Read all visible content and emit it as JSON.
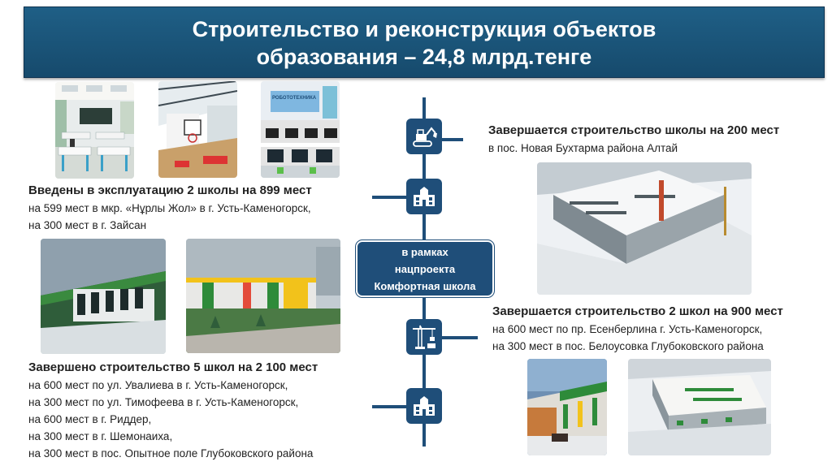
{
  "header": {
    "title_line1": "Строительство и реконструкция объектов",
    "title_line2": "образования – 24,8 млрд.тенге"
  },
  "center_box": {
    "line1": "в рамках",
    "line2": "нацпроекта",
    "line3": "Комфортная школа"
  },
  "commissioned": {
    "heading": "Введены в эксплуатацию 2 школы на 899 мест",
    "lines": [
      "на 599 мест в мкр. «Нұрлы Жол» в г. Усть-Каменогорск,",
      "на 300 мест в г. Зайсан"
    ]
  },
  "completed": {
    "heading": "Завершено строительство 5 школ на 2 100 мест",
    "lines": [
      "на 600 мест по ул. Увалиева в г. Усть-Каменогорск,",
      "на 300 мест по ул. Тимофеева в г. Усть-Каменогорск,",
      "на 600 мест в г. Риддер,",
      "на 300 мест в г. Шемонаиха,",
      "на 300 мест в пос. Опытное поле Глубоковского района"
    ]
  },
  "finishing_one": {
    "heading": "Завершается строительство школы на 200 мест",
    "lines": [
      "в пос. Новая Бухтарма района Алтай"
    ]
  },
  "finishing_two": {
    "heading": "Завершается строительство 2 школ на 900 мест",
    "lines": [
      "на 600 мест по пр. Есенберлина г. Усть-Каменогорск,",
      "на 300 мест в пос. Белоусовка Глубоковского района"
    ]
  },
  "photo_texts": {
    "robotics_sign": "РОБОТОТЕХНИКА"
  },
  "icons": [
    "excavator-icon",
    "school-building-icon",
    "crane-icon",
    "school-building-icon"
  ],
  "colors": {
    "header_bg": "#1f5f86",
    "accent": "#1f4e79",
    "school_green": "#2e8b3a",
    "school_yellow": "#f2c21b"
  }
}
